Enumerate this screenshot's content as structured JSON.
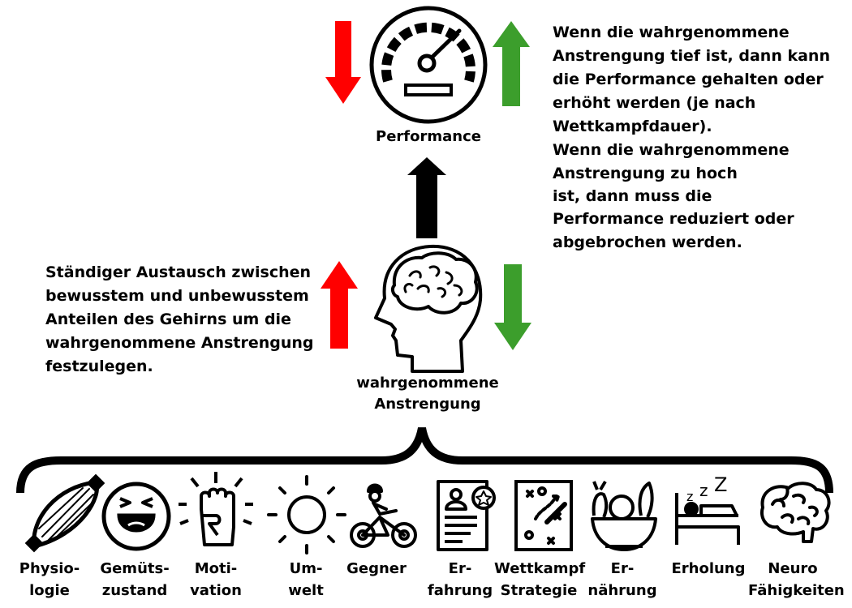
{
  "colors": {
    "decrease": "#ff0000",
    "increase": "#3c9e2c",
    "neutral": "#000000"
  },
  "performance": {
    "label": "Performance",
    "icon": "speedometer-icon"
  },
  "perception": {
    "label_line1": "wahrgenommene",
    "label_line2": "Anstrengung",
    "icon": "head-brain-icon"
  },
  "right_text": {
    "lines": [
      "Wenn die wahrgenommene",
      "Anstrengung tief ist, dann kann",
      "die Performance gehalten oder",
      "erhöht werden (je nach",
      "Wettkampfdauer).",
      "Wenn die wahrgenommene",
      "Anstrengung zu hoch",
      "ist, dann muss die",
      "Performance reduziert oder",
      "abgebrochen werden."
    ]
  },
  "left_text": {
    "lines": [
      "Ständiger Austausch zwischen",
      "bewusstem und unbewusstem",
      "Anteilen des Gehirns um die",
      "wahrgenommene Anstrengung",
      "festzulegen."
    ]
  },
  "factors": [
    {
      "icon": "muscle-icon",
      "line1": "Physio-",
      "line2": "logie"
    },
    {
      "icon": "laughing-face-icon",
      "line1": "Gemüts-",
      "line2": "zustand"
    },
    {
      "icon": "raised-fist-icon",
      "line1": "Moti-",
      "line2": "vation"
    },
    {
      "icon": "sun-icon",
      "line1": "Um-",
      "line2": "welt"
    },
    {
      "icon": "cyclist-icon",
      "line1": "Gegner",
      "line2": ""
    },
    {
      "icon": "certificate-icon",
      "line1": "Er-",
      "line2": "fahrung"
    },
    {
      "icon": "strategy-board-icon",
      "line1": "Wettkampf",
      "line2": "Strategie"
    },
    {
      "icon": "food-bowl-icon",
      "line1": "Er-",
      "line2": "nährung"
    },
    {
      "icon": "sleeping-bed-icon",
      "line1": "Erholung",
      "line2": ""
    },
    {
      "icon": "brain-icon",
      "line1": "Neuro",
      "line2": "Fähigkeiten"
    }
  ]
}
